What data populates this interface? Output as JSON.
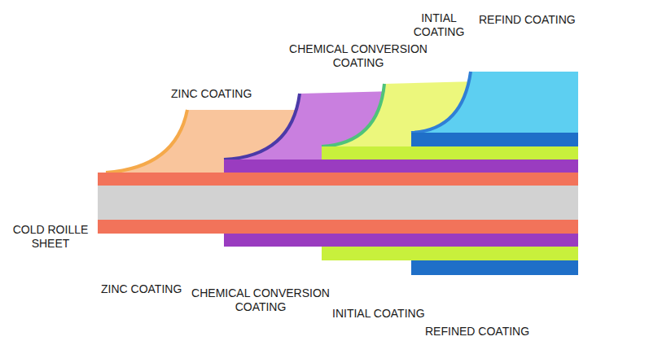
{
  "diagram": {
    "labels": [
      "INTIAL COATING",
      "REFIND COATING",
      "CHEMICAL CONVERSION COATING",
      "ZINC COATING",
      "COLD ROILLE SHEET",
      "ZINC COATING",
      "CHEMICAL CONVERSION COATING",
      "INITIAL COATING",
      "REFINED COATING"
    ]
  }
}
